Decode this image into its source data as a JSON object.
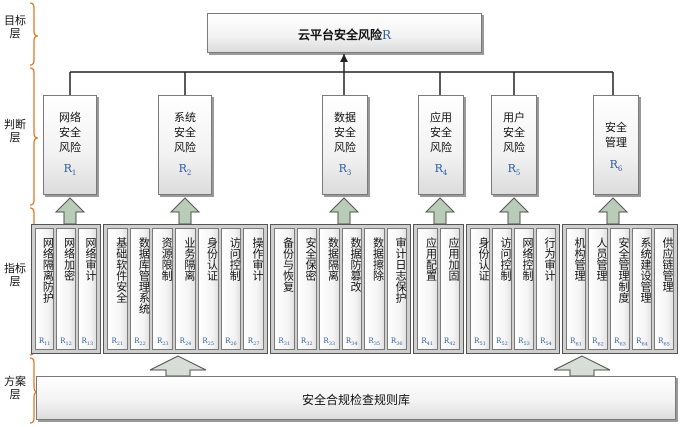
{
  "layers": [
    "目标层",
    "判断层",
    "指标层",
    "方案层"
  ],
  "goal": {
    "text": "云平台安全风险",
    "label": "R"
  },
  "judgments": [
    {
      "text": "网络\n安全\n风险",
      "label": "R",
      "sub": "1"
    },
    {
      "text": "系统\n安全\n风险",
      "label": "R",
      "sub": "2"
    },
    {
      "text": "数据\n安全\n风险",
      "label": "R",
      "sub": "3"
    },
    {
      "text": "应用\n安全\n风险",
      "label": "R",
      "sub": "4"
    },
    {
      "text": "用户\n安全\n风险",
      "label": "R",
      "sub": "5"
    },
    {
      "text": "安全\n管理",
      "label": "R",
      "sub": "6"
    }
  ],
  "indicator_groups": [
    {
      "items": [
        {
          "text": "网络隔离防护",
          "label": "R",
          "sub": "11"
        },
        {
          "text": "网络加密",
          "label": "R",
          "sub": "12"
        },
        {
          "text": "网络审计",
          "label": "R",
          "sub": "13"
        }
      ]
    },
    {
      "items": [
        {
          "text": "基础软件安全",
          "label": "R",
          "sub": "21"
        },
        {
          "text": "数据库管理系统",
          "label": "R",
          "sub": "22"
        },
        {
          "text": "资源限制",
          "label": "R",
          "sub": "23"
        },
        {
          "text": "业务隔离",
          "label": "R",
          "sub": "24"
        },
        {
          "text": "身份认证",
          "label": "R",
          "sub": "25"
        },
        {
          "text": "访问控制",
          "label": "R",
          "sub": "26"
        },
        {
          "text": "操作审计",
          "label": "R",
          "sub": "27"
        }
      ]
    },
    {
      "items": [
        {
          "text": "备份与恢复",
          "label": "R",
          "sub": "31"
        },
        {
          "text": "安全保密",
          "label": "R",
          "sub": "32"
        },
        {
          "text": "数据隔离",
          "label": "R",
          "sub": "33"
        },
        {
          "text": "数据防篡改",
          "label": "R",
          "sub": "34"
        },
        {
          "text": "数据擦除",
          "label": "R",
          "sub": "35"
        },
        {
          "text": "审计日志保护",
          "label": "R",
          "sub": "36"
        }
      ]
    },
    {
      "items": [
        {
          "text": "应用配置",
          "label": "R",
          "sub": "41"
        },
        {
          "text": "应用加固",
          "label": "R",
          "sub": "42"
        }
      ]
    },
    {
      "items": [
        {
          "text": "身份认证",
          "label": "R",
          "sub": "51"
        },
        {
          "text": "访问控制",
          "label": "R",
          "sub": "52"
        },
        {
          "text": "网络控制",
          "label": "R",
          "sub": "53"
        },
        {
          "text": "行为审计",
          "label": "R",
          "sub": "54"
        }
      ]
    },
    {
      "items": [
        {
          "text": "机构管理",
          "label": "R",
          "sub": "61"
        },
        {
          "text": "人员管理",
          "label": "R",
          "sub": "62"
        },
        {
          "text": "安全管理制度",
          "label": "R",
          "sub": "63"
        },
        {
          "text": "系统建设管理",
          "label": "R",
          "sub": "64"
        },
        {
          "text": "供应链管理",
          "label": "R",
          "sub": "65"
        }
      ]
    }
  ],
  "scheme": {
    "text": "安全合规检查规则库"
  },
  "colors": {
    "label_blue": "#2e5fa0",
    "brace_orange": "#e0762a",
    "group_gray": "#cfcfcf"
  }
}
